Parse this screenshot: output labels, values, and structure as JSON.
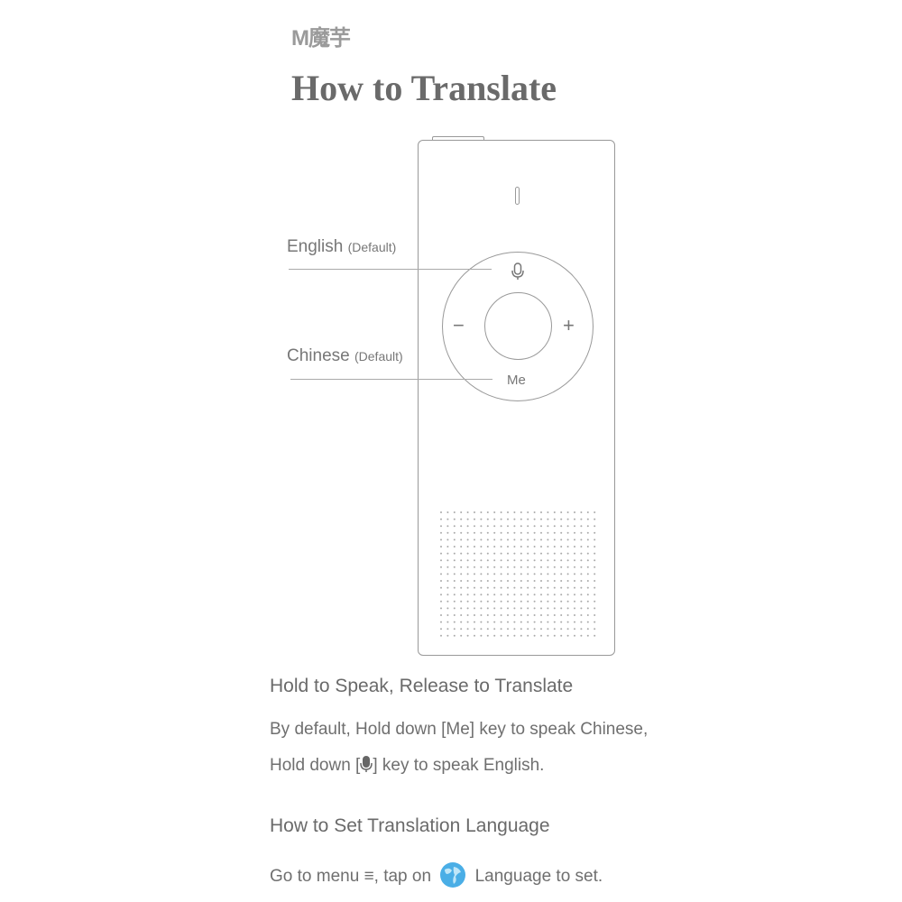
{
  "logo": "M魔芋",
  "title": "How to Translate",
  "device": {
    "english_label": "English",
    "english_note": "(Default)",
    "chinese_label": "Chinese",
    "chinese_note": "(Default)",
    "minus": "−",
    "plus": "+",
    "me_key": "Me"
  },
  "section1": {
    "heading": "Hold to Speak, Release to Translate",
    "line1": "By default, Hold down [Me] key to speak Chinese,",
    "line2_pre": "Hold down [",
    "line2_post": "] key to speak English."
  },
  "section2": {
    "heading": "How to Set Translation Language",
    "pre": "Go to menu",
    "menu_icon": "≡",
    "mid": ", tap on",
    "post": "Language to set.",
    "globe_color": "#4aaee6"
  }
}
